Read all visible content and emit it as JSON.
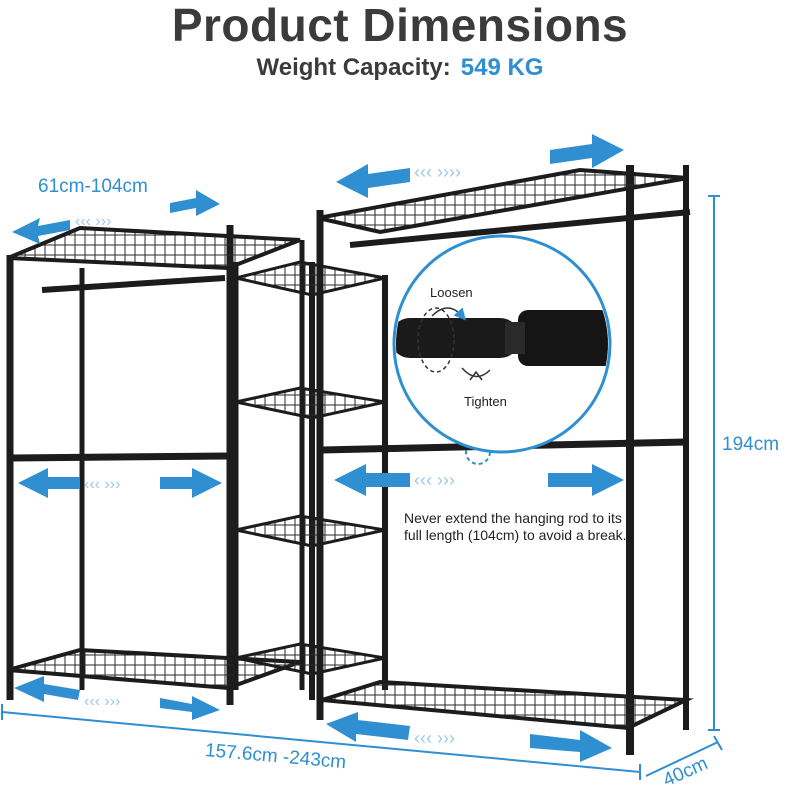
{
  "header": {
    "title": "Product Dimensions",
    "capacity_label": "Weight Capacity:",
    "capacity_value": "549 KG"
  },
  "dimensions": {
    "left_width": "61cm-104cm",
    "height": "194cm",
    "total_width": "157.6cm -243cm",
    "depth": "40cm"
  },
  "detail": {
    "loosen": "Loosen",
    "tighten": "Tighten"
  },
  "warning": "Never extend the hanging rod to its full length (104cm) to avoid a break.",
  "colors": {
    "accent": "#2f8fd0",
    "frame": "#1c1c1c",
    "text": "#3b3b3b"
  }
}
